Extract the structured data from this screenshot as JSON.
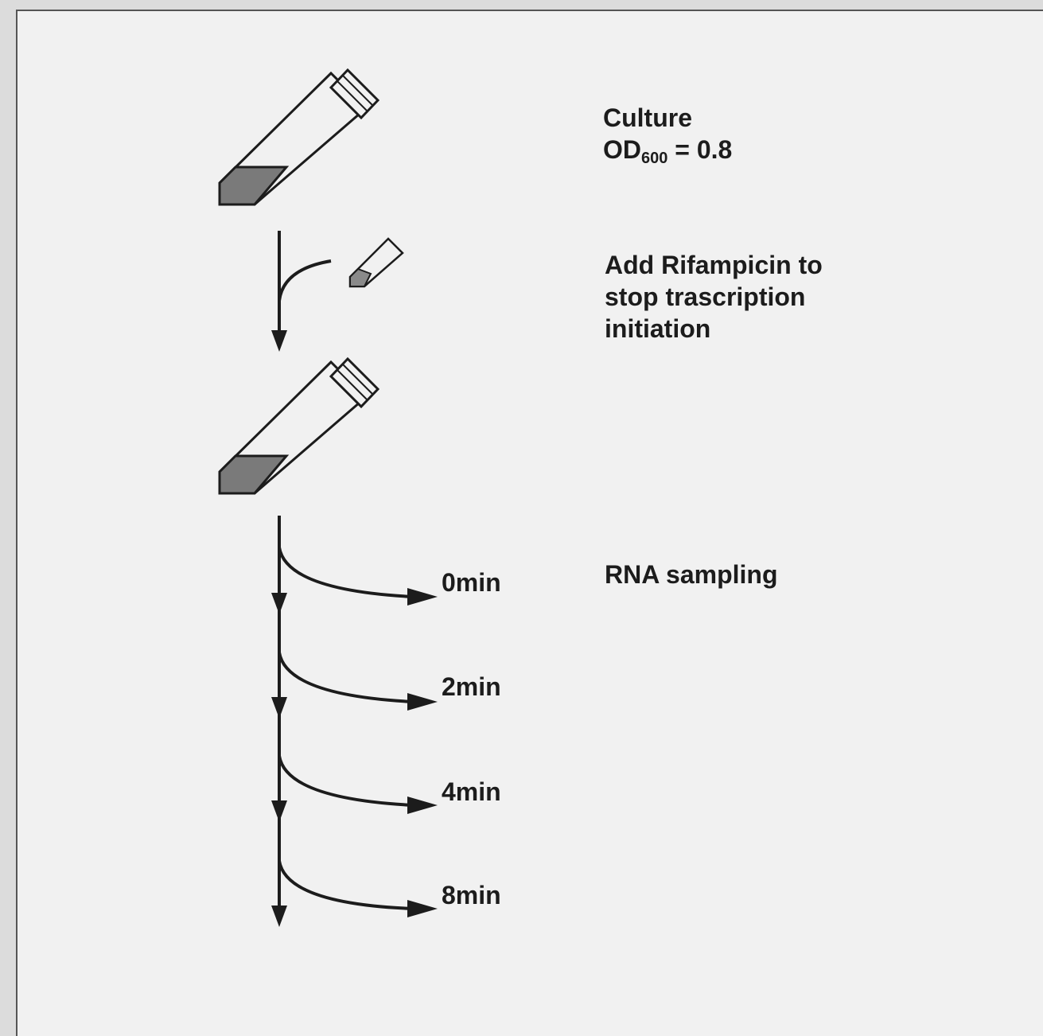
{
  "steps": {
    "culture": {
      "title": "Culture",
      "od_prefix": "OD",
      "od_subscript": "600",
      "od_value": " = 0.8"
    },
    "rifampicin": {
      "lines": [
        "Add Rifampicin to",
        "stop trascription",
        "initiation"
      ]
    },
    "sampling": {
      "label": "RNA sampling"
    }
  },
  "timepoints": [
    "0min",
    "2min",
    "4min",
    "8min"
  ],
  "colors": {
    "background": "#f1f1f1",
    "stroke": "#1c1c1c",
    "tube_fill": "#7a7a7a"
  }
}
